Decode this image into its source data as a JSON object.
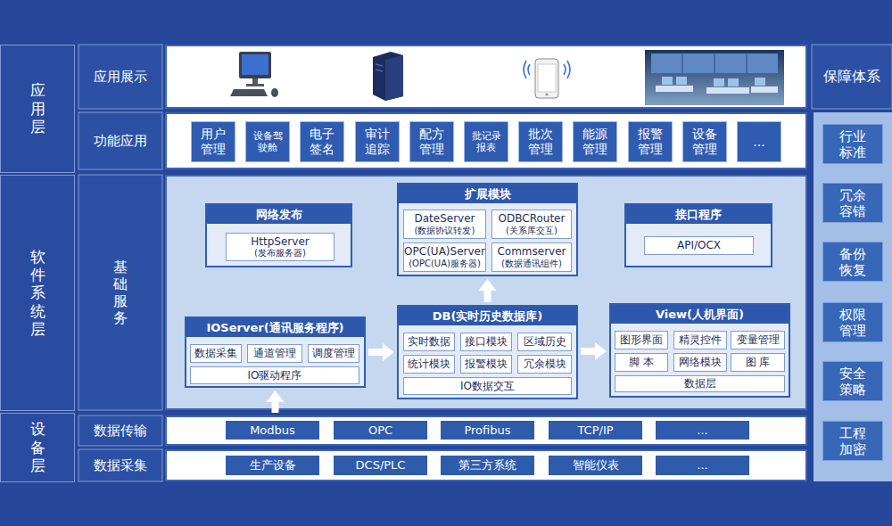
{
  "diagram": {
    "nodes": [
      {
        "text": [
          "应用层"
        ]
      },
      {
        "text": [
          "软件系统层"
        ]
      },
      {
        "text": [
          "设备层"
        ]
      },
      {
        "text": [
          "应用展示"
        ]
      },
      {
        "text": [
          "功能应用"
        ]
      },
      {
        "text": [
          "用户管理"
        ],
        "in": 4
      },
      {
        "text": [
          "设备驾驶舱"
        ],
        "in": 4
      },
      {
        "text": [
          "电子签名"
        ],
        "in": 4
      },
      {
        "text": [
          "审计追踪"
        ],
        "in": 4
      },
      {
        "text": [
          "配方管理"
        ],
        "in": 4
      },
      {
        "text": [
          "批记录报表"
        ],
        "in": 4
      },
      {
        "text": [
          "批次管理"
        ],
        "in": 4
      },
      {
        "text": [
          "能源管理"
        ],
        "in": 4
      },
      {
        "text": [
          "报警管理"
        ],
        "in": 4
      },
      {
        "text": [
          "设备管理"
        ],
        "in": 4
      },
      {
        "text": [
          "..."
        ],
        "in": 4
      },
      {
        "text": [
          "基础服务"
        ]
      },
      {
        "text": [
          "网络发布"
        ],
        "in": 16
      },
      {
        "text": [
          "HttpServer",
          "(发布服务器)"
        ],
        "in": 17
      },
      {
        "text": [
          "扩展模块"
        ],
        "in": 16
      },
      {
        "text": [
          "DateServer",
          "(数据协议转发)"
        ],
        "in": 19
      },
      {
        "text": [
          "ODBCRouter",
          "(关系库交互)"
        ],
        "in": 19
      },
      {
        "text": [
          "OPC(UA)Server",
          "(OPC(UA)服务器)"
        ],
        "in": 19
      },
      {
        "text": [
          "Commserver",
          "(数据通讯组件)"
        ],
        "in": 19
      },
      {
        "text": [
          "接口程序"
        ],
        "in": 16
      },
      {
        "text": [
          "API/OCX"
        ],
        "in": 24
      },
      {
        "text": [
          "IOServer(通讯服务程序)"
        ],
        "in": 16
      },
      {
        "text": [
          "数据采集"
        ],
        "in": 26
      },
      {
        "text": [
          "通道管理"
        ],
        "in": 26
      },
      {
        "text": [
          "调度管理"
        ],
        "in": 26
      },
      {
        "text": [
          "IO驱动程序"
        ],
        "in": 26
      },
      {
        "text": [
          "DB(实时历史数据库)"
        ],
        "in": 16
      },
      {
        "text": [
          "实时数据"
        ],
        "in": 31
      },
      {
        "text": [
          "接口模块"
        ],
        "in": 31
      },
      {
        "text": [
          "区域历史"
        ],
        "in": 31
      },
      {
        "text": [
          "统计模块"
        ],
        "in": 31
      },
      {
        "text": [
          "报警模块"
        ],
        "in": 31
      },
      {
        "text": [
          "冗余模块"
        ],
        "in": 31
      },
      {
        "text": [
          "IO数据交互"
        ],
        "in": 31
      },
      {
        "text": [
          "View(人机界面)"
        ],
        "in": 16
      },
      {
        "text": [
          "图形界面"
        ],
        "in": 39
      },
      {
        "text": [
          "精灵控件"
        ],
        "in": 39
      },
      {
        "text": [
          "变量管理"
        ],
        "in": 39
      },
      {
        "text": [
          "脚 本"
        ],
        "in": 39
      },
      {
        "text": [
          "网络模块"
        ],
        "in": 39
      },
      {
        "text": [
          "图 库"
        ],
        "in": 39
      },
      {
        "text": [
          "数据层"
        ],
        "in": 39
      },
      {
        "text": [
          "数据传输"
        ]
      },
      {
        "text": [
          "Modbus"
        ],
        "in": 47
      },
      {
        "text": [
          "OPC"
        ],
        "in": 47
      },
      {
        "text": [
          "Profibus"
        ],
        "in": 47
      },
      {
        "text": [
          "TCP/IP"
        ],
        "in": 47
      },
      {
        "text": [
          "..."
        ],
        "in": 47
      },
      {
        "text": [
          "数据采集"
        ]
      },
      {
        "text": [
          "生产设备"
        ],
        "in": 53
      },
      {
        "text": [
          "DCS/PLC"
        ],
        "in": 53
      },
      {
        "text": [
          "第三方系统"
        ],
        "in": 53
      },
      {
        "text": [
          "智能仪表"
        ],
        "in": 53
      },
      {
        "text": [
          "..."
        ],
        "in": 53
      },
      {
        "text": [
          "保障体系"
        ]
      },
      {
        "text": [
          "行业标准"
        ],
        "in": 59
      },
      {
        "text": [
          "冗余容错"
        ],
        "in": 59
      },
      {
        "text": [
          "备份恢复"
        ],
        "in": 59
      },
      {
        "text": [
          "权限管理"
        ],
        "in": 59
      },
      {
        "text": [
          "安全策略"
        ],
        "in": 59
      },
      {
        "text": [
          "工程加密"
        ],
        "in": 59
      }
    ],
    "edges": [
      {
        "from": 26,
        "to": 31,
        "arrow": "to"
      },
      {
        "from": 31,
        "to": 39,
        "arrow": "to"
      },
      {
        "from": 31,
        "to": 19,
        "arrow": "to"
      },
      {
        "from": 47,
        "to": 26,
        "arrow": "to"
      }
    ]
  }
}
